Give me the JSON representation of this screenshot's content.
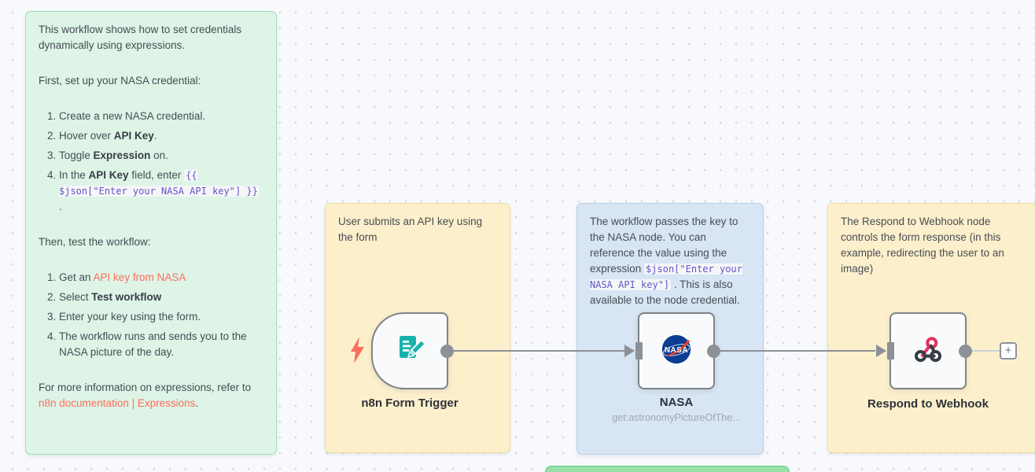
{
  "canvas": {
    "bg": "#f8f9fc",
    "dot_color": "#d5d8e2"
  },
  "colors": {
    "link_accent": "#ff6d5a",
    "code_purple": "#6356c5",
    "node_gray": "#8d9096",
    "form_teal": "#16b3ac",
    "nasa_blue": "#0b3d91",
    "nasa_red": "#fc3d21",
    "webhook_pink": "#e4305f",
    "webhook_dark": "#363d46",
    "sticky_green": "#ddf4e7",
    "sticky_yellow": "#fcf0cc",
    "sticky_blue": "#d7e5f4"
  },
  "green_note": {
    "p1": "This workflow shows how to set credentials dynamically using expressions.",
    "p2": "First, set up your NASA credential:",
    "steps1": [
      {
        "text": "Create a new NASA credential."
      },
      {
        "pre": "Hover over ",
        "bold": "API Key",
        "post": "."
      },
      {
        "pre": "Toggle ",
        "bold": "Expression",
        "post": " on."
      },
      {
        "pre": "In the ",
        "bold": "API Key",
        "mid": " field, enter ",
        "code": "{{ $json[\"Enter your NASA API key\"] }}",
        "post": " ."
      }
    ],
    "p3": "Then, test the workflow:",
    "steps2": [
      {
        "pre": "Get an ",
        "link": "API key from NASA"
      },
      {
        "pre": "Select ",
        "bold": "Test workflow"
      },
      {
        "text": "Enter your key using the form."
      },
      {
        "text": "The workflow runs and sends you to the NASA picture of the day."
      }
    ],
    "p4_pre": "For more information on expressions, refer to ",
    "p4_link": "n8n documentation | Expressions",
    "p4_post": "."
  },
  "form_note": {
    "text": "User submits an API key using the form"
  },
  "nasa_note": {
    "pre": "The workflow passes the key to the NASA node. You can reference the value using the expression ",
    "code": "$json[\"Enter your NASA API key\"]",
    "post": " . This is also available to the node credential."
  },
  "respond_note": {
    "text": "The Respond to Webhook node controls the form response (in this example, redirecting the user to an image)"
  },
  "nodes": {
    "form_trigger": {
      "label": "n8n Form Trigger"
    },
    "nasa": {
      "label": "NASA",
      "subtitle": "get:astronomyPictureOfThe..."
    },
    "respond_webhook": {
      "label": "Respond to Webhook"
    }
  },
  "plus_button": "+"
}
